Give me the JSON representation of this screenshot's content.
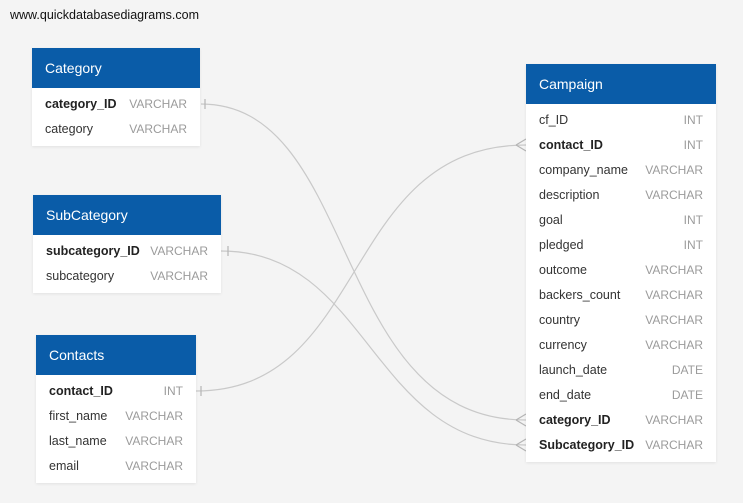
{
  "watermark": "www.quickdatabasediagrams.com",
  "tables": {
    "category": {
      "name": "Category",
      "fields": [
        {
          "name": "category_ID",
          "type": "VARCHAR",
          "key": true
        },
        {
          "name": "category",
          "type": "VARCHAR",
          "key": false
        }
      ]
    },
    "subcategory": {
      "name": "SubCategory",
      "fields": [
        {
          "name": "subcategory_ID",
          "type": "VARCHAR",
          "key": true
        },
        {
          "name": "subcategory",
          "type": "VARCHAR",
          "key": false
        }
      ]
    },
    "contacts": {
      "name": "Contacts",
      "fields": [
        {
          "name": "contact_ID",
          "type": "INT",
          "key": true
        },
        {
          "name": "first_name",
          "type": "VARCHAR",
          "key": false
        },
        {
          "name": "last_name",
          "type": "VARCHAR",
          "key": false
        },
        {
          "name": "email",
          "type": "VARCHAR",
          "key": false
        }
      ]
    },
    "campaign": {
      "name": "Campaign",
      "fields": [
        {
          "name": "cf_ID",
          "type": "INT",
          "key": false
        },
        {
          "name": "contact_ID",
          "type": "INT",
          "key": true
        },
        {
          "name": "company_name",
          "type": "VARCHAR",
          "key": false
        },
        {
          "name": "description",
          "type": "VARCHAR",
          "key": false
        },
        {
          "name": "goal",
          "type": "INT",
          "key": false
        },
        {
          "name": "pledged",
          "type": "INT",
          "key": false
        },
        {
          "name": "outcome",
          "type": "VARCHAR",
          "key": false
        },
        {
          "name": "backers_count",
          "type": "VARCHAR",
          "key": false
        },
        {
          "name": "country",
          "type": "VARCHAR",
          "key": false
        },
        {
          "name": "currency",
          "type": "VARCHAR",
          "key": false
        },
        {
          "name": "launch_date",
          "type": "DATE",
          "key": false
        },
        {
          "name": "end_date",
          "type": "DATE",
          "key": false
        },
        {
          "name": "category_ID",
          "type": "VARCHAR",
          "key": true
        },
        {
          "name": "Subcategory_ID",
          "type": "VARCHAR",
          "key": true
        }
      ]
    }
  },
  "relationships": [
    {
      "from_table": "Category",
      "from_field": "category_ID",
      "to_table": "Campaign",
      "to_field": "category_ID"
    },
    {
      "from_table": "SubCategory",
      "from_field": "subcategory_ID",
      "to_table": "Campaign",
      "to_field": "Subcategory_ID"
    },
    {
      "from_table": "Contacts",
      "from_field": "contact_ID",
      "to_table": "Campaign",
      "to_field": "contact_ID"
    }
  ],
  "colors": {
    "header": "#0a5ca8",
    "link": "#c9c9c9",
    "background": "#f4f4f4"
  }
}
